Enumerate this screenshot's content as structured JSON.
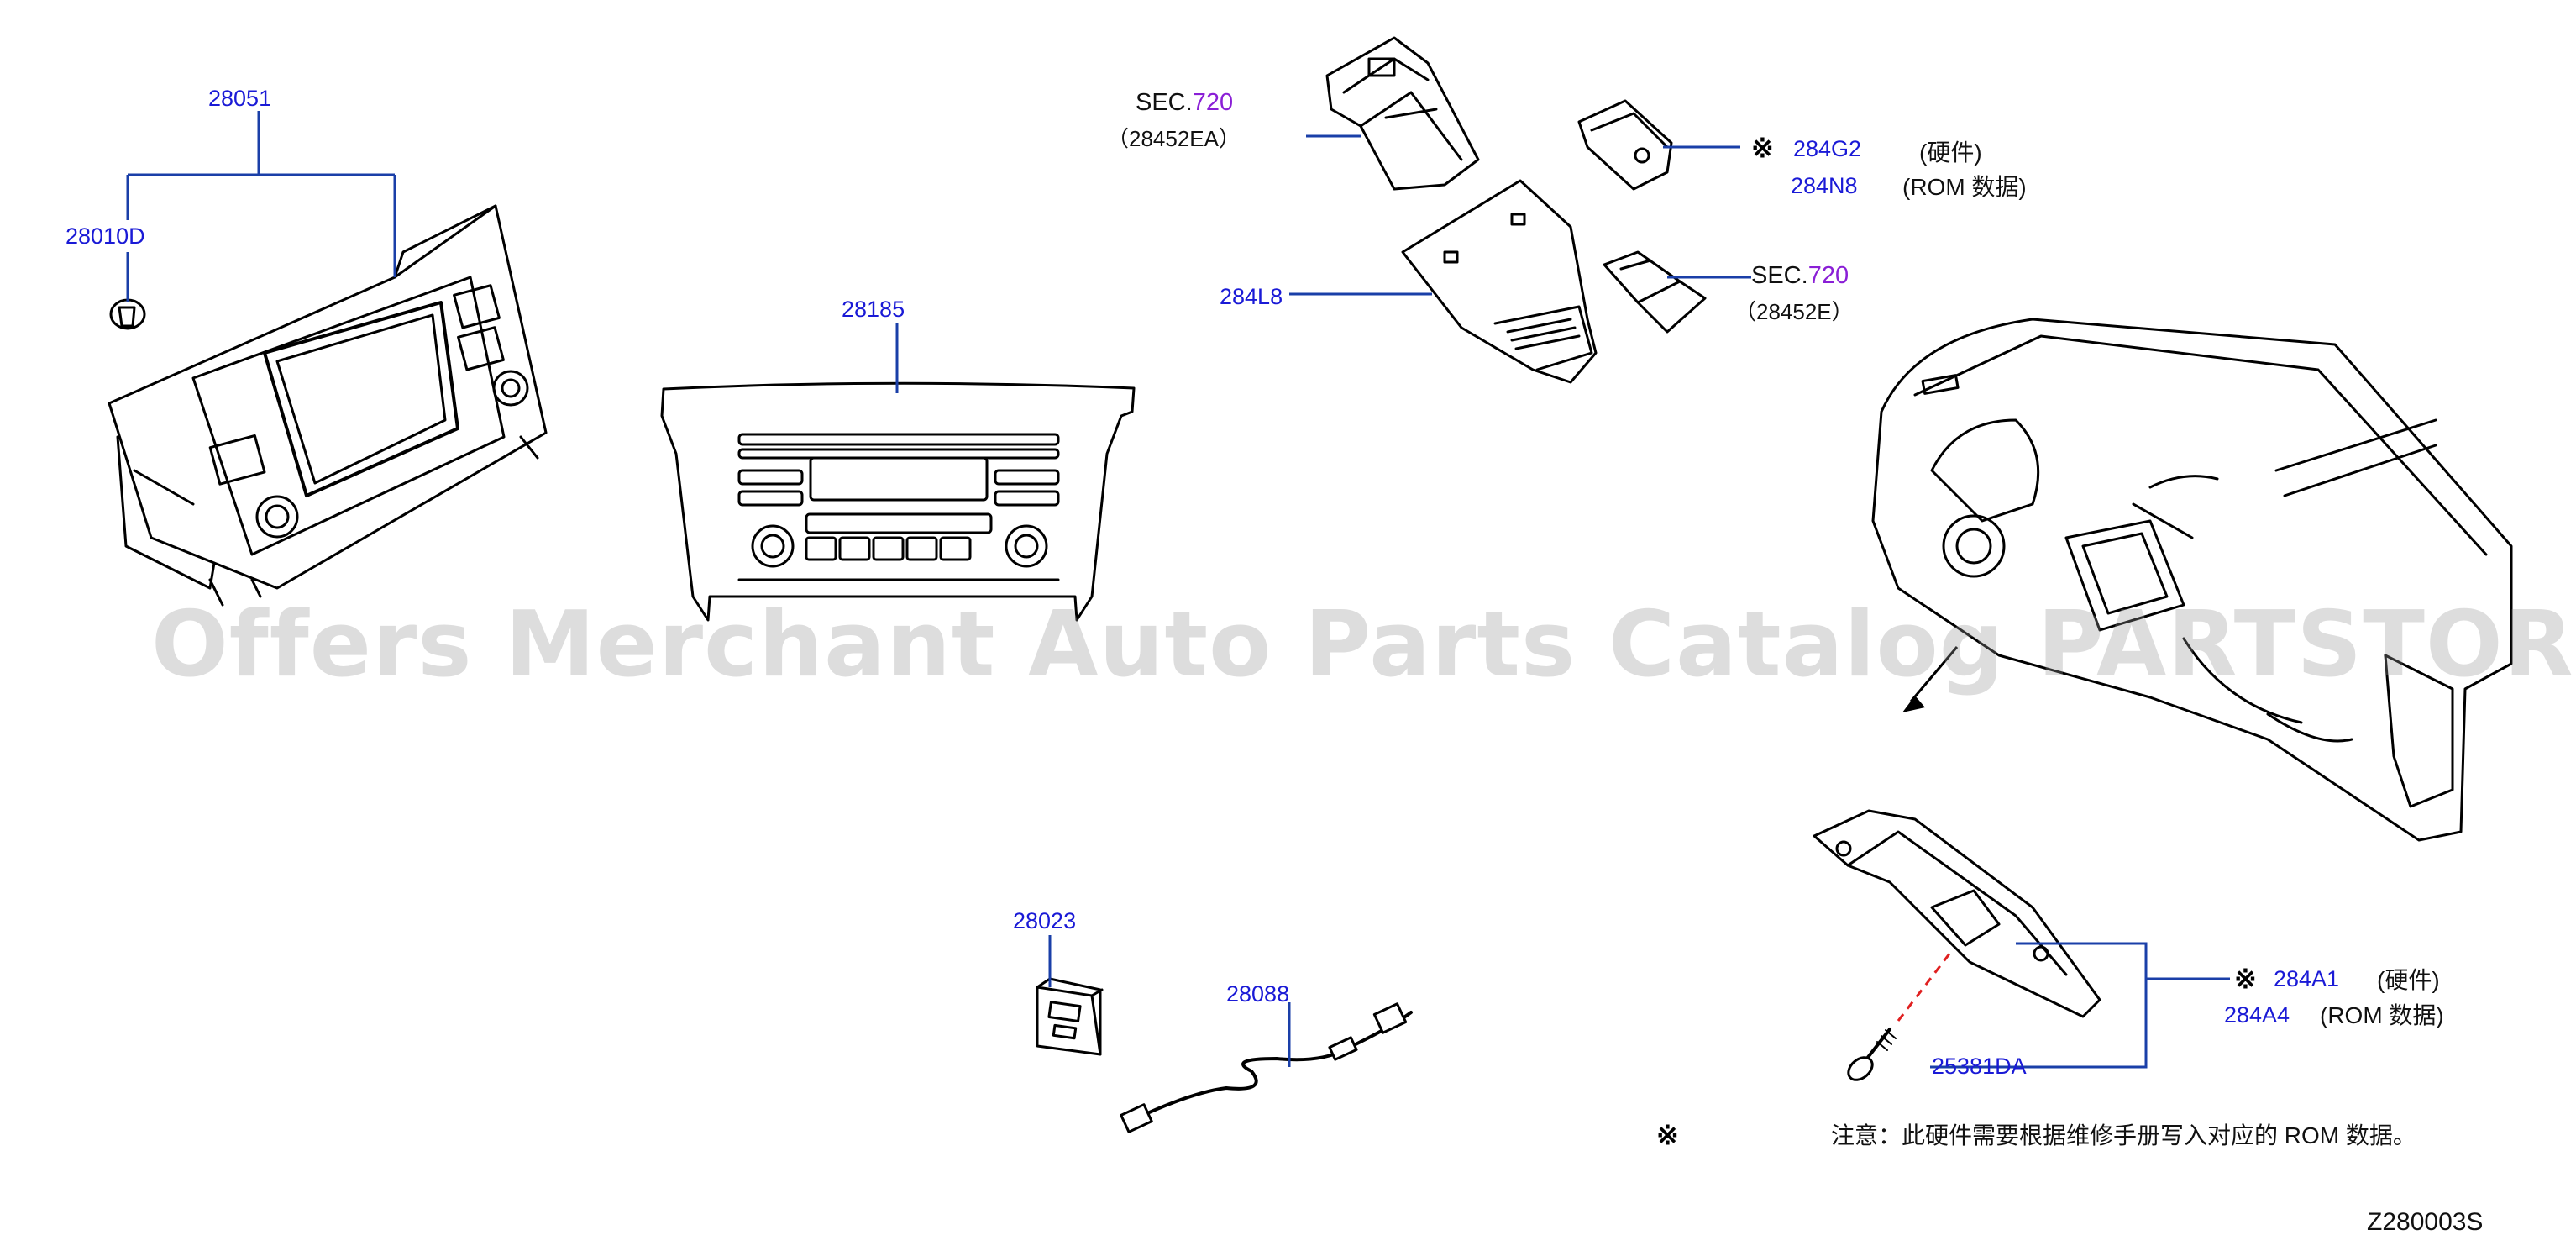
{
  "parts": {
    "p28051": "28051",
    "p28010D": "28010D",
    "p28185": "28185",
    "p284L8": "284L8",
    "p28023": "28023",
    "p28088": "28088",
    "p25381DA": "25381DA",
    "p284G2": "284G2",
    "p284N8": "284N8",
    "p284A1": "284A1",
    "p284A4": "284A4"
  },
  "refs": {
    "sec_prefix": "SEC.",
    "sec_num": "720",
    "ref1": "（28452EA）",
    "ref2": "（28452E）"
  },
  "notes": {
    "hardware": "(硬件)",
    "rom_data": "(ROM   数据)",
    "asterisk": "※",
    "footnote": "注意：此硬件需要根据维修手册写入对应的 ROM   数据。"
  },
  "watermark": "Offers Merchant Auto Parts Catalog PARTSTORE.SK",
  "diagram_code": "Z280003S",
  "colors": {
    "part_number": "#1a1ad6",
    "section_number": "#8a1fd6",
    "leader_line": "#1a3fa8",
    "line_art": "#000000",
    "screw_guide": "#e02020"
  }
}
